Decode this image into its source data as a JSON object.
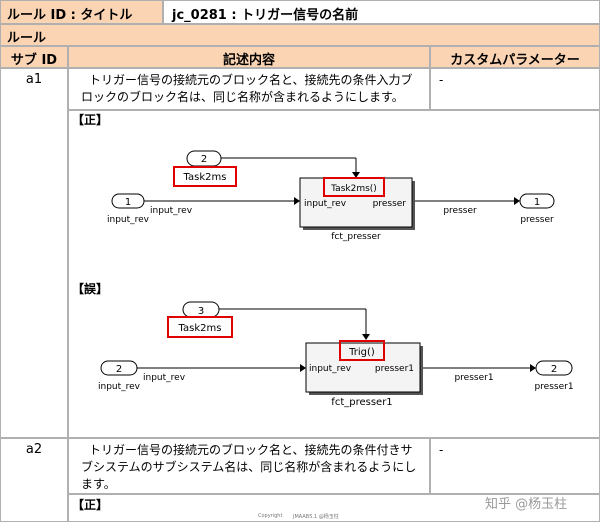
{
  "header": {
    "rule_id_label": "ルール ID : タイトル",
    "rule_id_value": "jc_0281 : トリガー信号の名前"
  },
  "section_label": "ルール",
  "columns": {
    "sub_id": "サブ ID",
    "content": "記述内容",
    "custom_params": "カスタムパラメーター"
  },
  "rows": [
    {
      "id": "a1",
      "text": "トリガー信号の接続元のブロック名と、接続先の条件入力ブロックのブロック名は、同じ名称が含まれるようにします。",
      "param": "-",
      "correct_label": "【正】",
      "wrong_label": "【誤】"
    },
    {
      "id": "a2",
      "text": "トリガー信号の接続元のブロック名と、接続先の条件付きサブシステムのサブシステム名は、同じ名称が含まれるようにします。",
      "param": "-",
      "correct_label": "【正】"
    }
  ],
  "diagram_correct": {
    "trigger_port_num": "2",
    "trigger_block_name": "Task2ms",
    "trigger_label": "Task2ms()",
    "input_port_num": "1",
    "input_port_name": "input_rev",
    "input_signal": "input_rev",
    "subsystem_in": "input_rev",
    "subsystem_out": "presser",
    "subsystem_name": "fct_presser",
    "output_signal": "presser",
    "output_port_num": "1",
    "output_port_name": "presser"
  },
  "diagram_wrong": {
    "trigger_port_num": "3",
    "trigger_block_name": "Task2ms",
    "trigger_label": "Trig()",
    "input_port_num": "2",
    "input_port_name": "input_rev",
    "input_signal": "input_rev",
    "subsystem_in": "input_rev",
    "subsystem_out": "presser1",
    "subsystem_name": "fct_presser1",
    "output_signal": "presser1",
    "output_port_num": "2",
    "output_port_name": "presser1"
  },
  "footer": {
    "copyright": "Copyright",
    "source": "JMAAB5.1 @杨玉柱"
  },
  "watermark": "知乎 @杨玉柱",
  "colors": {
    "header_bg": "#fbd4b4",
    "highlight": "#e00000",
    "border": "#b0b0b0"
  }
}
